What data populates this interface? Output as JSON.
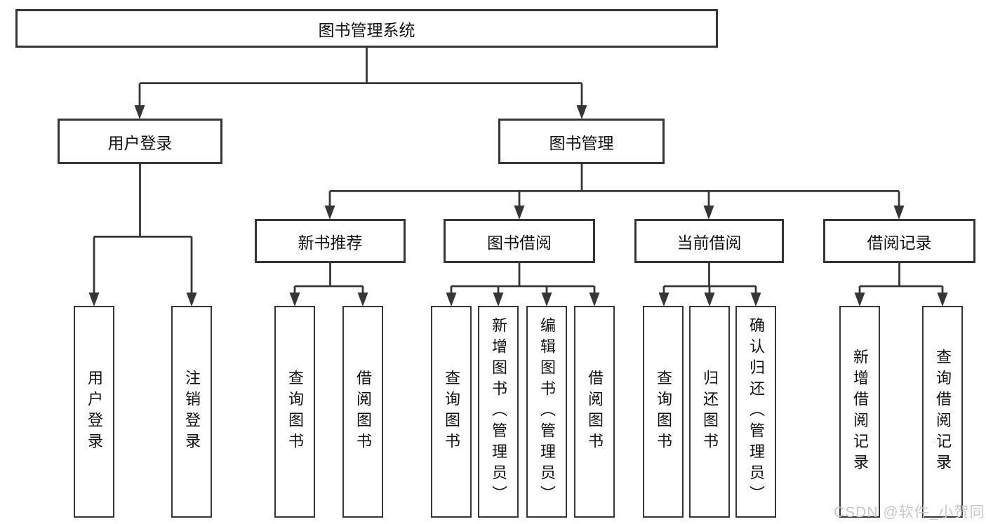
{
  "tree": {
    "root": {
      "label": "图书管理系统",
      "children": [
        {
          "label": "用户登录",
          "children": [
            {
              "label": "用户登录"
            },
            {
              "label": "注销登录"
            }
          ]
        },
        {
          "label": "图书管理",
          "children": [
            {
              "label": "新书推荐",
              "children": [
                {
                  "label": "查询图书"
                },
                {
                  "label": "借阅图书"
                }
              ]
            },
            {
              "label": "图书借阅",
              "children": [
                {
                  "label": "查询图书"
                },
                {
                  "label": "新增图书（管理员）"
                },
                {
                  "label": "编辑图书（管理员）"
                },
                {
                  "label": "借阅图书"
                }
              ]
            },
            {
              "label": "当前借阅",
              "children": [
                {
                  "label": "查询图书"
                },
                {
                  "label": "归还图书"
                },
                {
                  "label": "确认归还（管理员）"
                }
              ]
            },
            {
              "label": "借阅记录",
              "children": [
                {
                  "label": "新增借阅记录"
                },
                {
                  "label": "查询借阅记录"
                }
              ]
            }
          ]
        }
      ]
    }
  },
  "watermark": {
    "text": "CSDN @软件_小贺同学"
  },
  "colors": {
    "line": "#363636",
    "text": "#111111",
    "watermark": "#c8c8c8",
    "background": "#ffffff"
  }
}
